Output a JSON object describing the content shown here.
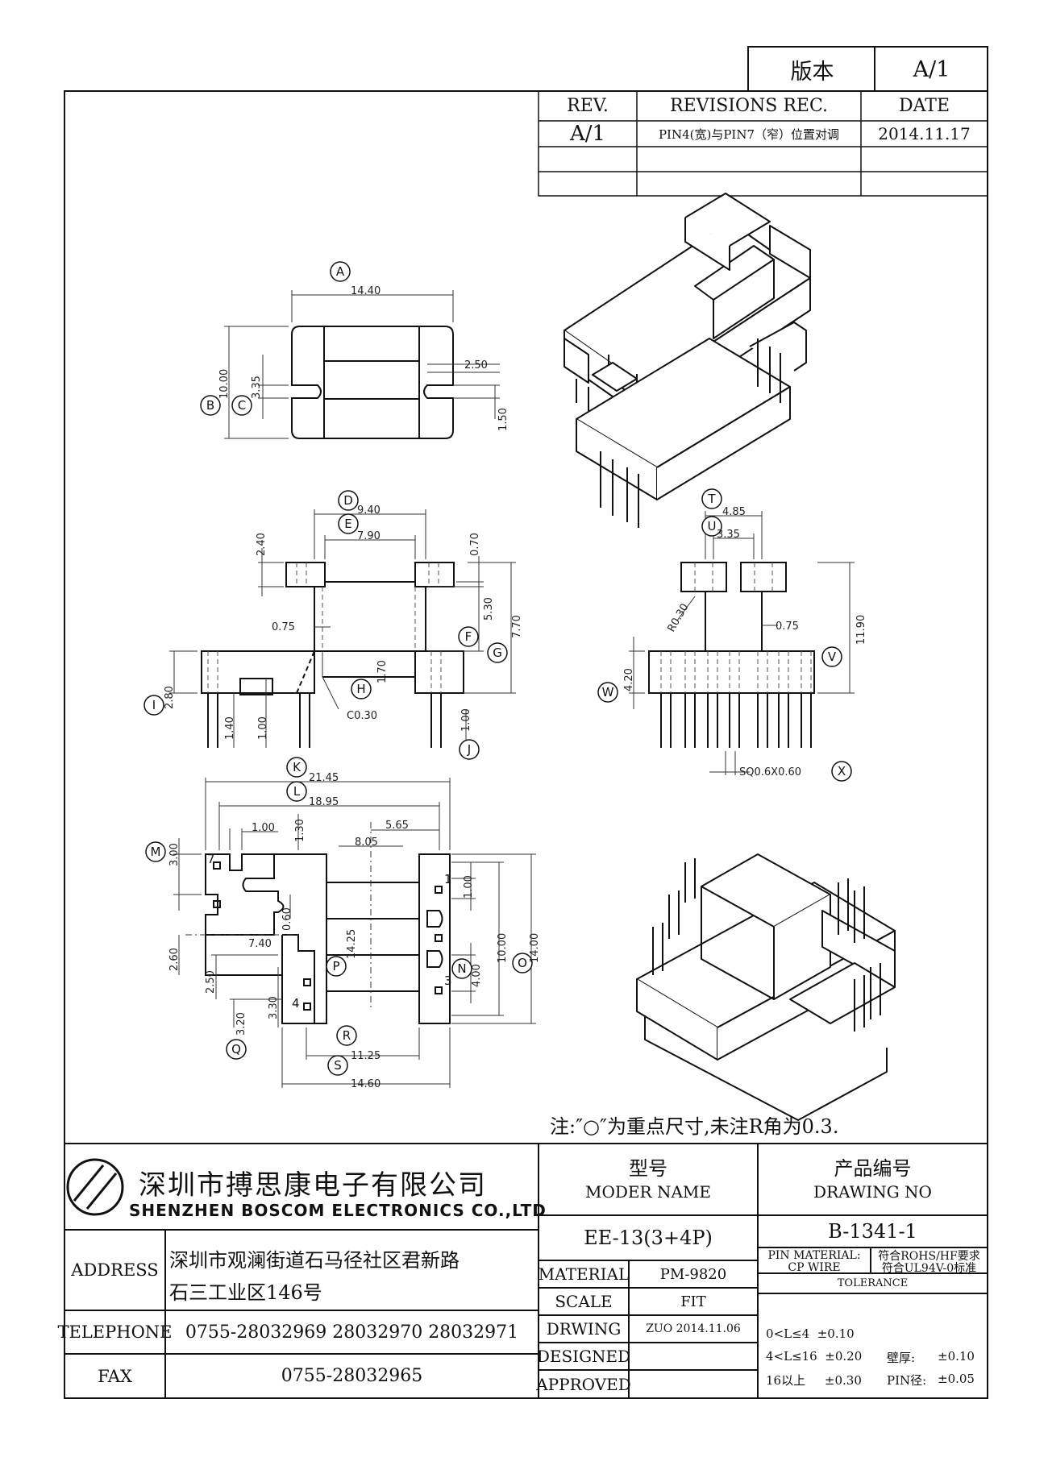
{
  "version_box": {
    "label": "版本",
    "value": "A/1"
  },
  "revisions": {
    "headers": [
      "REV.",
      "REVISIONS REC.",
      "DATE"
    ],
    "rows": [
      {
        "rev": "A/1",
        "rec": "PIN4(宽)与PIN7（窄）位置对调",
        "date": "2014.11.17"
      },
      {
        "rev": "",
        "rec": "",
        "date": ""
      },
      {
        "rev": "",
        "rec": "",
        "date": ""
      }
    ]
  },
  "top_view": {
    "callouts": [
      "A",
      "B",
      "C"
    ],
    "dims": [
      "14.40",
      "10.00",
      "3.35",
      "2.50",
      "1.50"
    ]
  },
  "front_view": {
    "callouts": [
      "D",
      "E",
      "F",
      "G",
      "H",
      "I",
      "J"
    ],
    "dims": [
      "9.40",
      "7.90",
      "2.40",
      "0.70",
      "5.30",
      "7.70",
      "0.75",
      "1.70",
      "C0.30",
      "2.80",
      "1.40",
      "1.00",
      "1.00"
    ]
  },
  "side_view": {
    "callouts": [
      "T",
      "U",
      "V",
      "W",
      "X"
    ],
    "dims": [
      "4.85",
      "3.35",
      "R0.30",
      "0.75",
      "11.90",
      "4.20",
      "SQ0.6X0.60"
    ]
  },
  "bottom_view": {
    "callouts": [
      "K",
      "L",
      "M",
      "N",
      "O",
      "P",
      "Q",
      "R",
      "S"
    ],
    "dims": [
      "21.45",
      "18.95",
      "1.00",
      "1.30",
      "5.65",
      "8.05",
      "3.00",
      "1.00",
      "0.60",
      "7.40",
      "14.25",
      "10.00",
      "14.00",
      "4.00",
      "2.60",
      "2.50",
      "3.30",
      "3.20",
      "11.25",
      "14.60"
    ],
    "pins": [
      "7",
      "4",
      "1",
      "3"
    ]
  },
  "note": "注:″○″为重点尺寸,未注R角为0.3.",
  "title_block": {
    "company_cn": "深圳市搏思康电子有限公司",
    "company_en": "SHENZHEN BOSCOM ELECTRONICS CO.,LTD",
    "address_label": "ADDRESS",
    "address_line1": "深圳市观澜街道石马径社区君新路",
    "address_line2": "石三工业区146号",
    "telephone_label": "TELEPHONE",
    "telephone": "0755-28032969 28032970 28032971",
    "fax_label": "FAX",
    "fax": "0755-28032965",
    "model_cn": "型号",
    "model_en": "MODER NAME",
    "model_value": "EE-13(3+4P)",
    "drawing_cn": "产品编号",
    "drawing_en": "DRAWING NO",
    "drawing_value": "B-1341-1",
    "material_label": "MATERIAL",
    "material_value": "PM-9820",
    "scale_label": "SCALE",
    "scale_value": "FIT",
    "drwing_label": "DRWING",
    "drwing_value": "ZUO 2014.11.06",
    "designed_label": "DESIGNED",
    "approved_label": "APPROVED",
    "pin_material_label": "PIN MATERIAL:",
    "pin_material_value": "符合ROHS/HF要求",
    "cp_wire_label": "CP WIRE",
    "cp_wire_value": "符合UL94V-0标准",
    "tolerance_label": "TOLERANCE",
    "tol_rows": [
      "0<L≤4  ±0.10",
      "4<L≤16  ±0.20",
      "16以上     ±0.30"
    ],
    "wall_label": "壁厚:",
    "wall_value": "±0.10",
    "pin_dia_label": "PIN径:",
    "pin_dia_value": "±0.05"
  }
}
